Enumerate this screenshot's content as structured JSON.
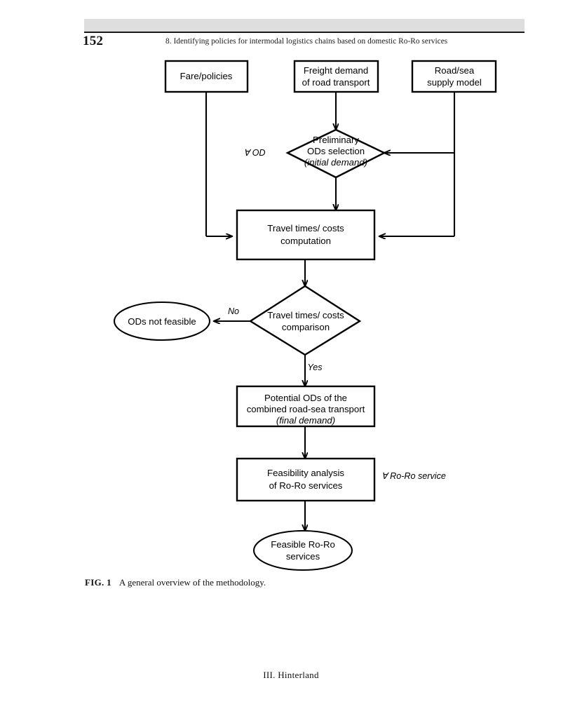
{
  "page": {
    "folio": "152",
    "running_title": "8. Identifying policies for intermodal logistics chains based on domestic Ro-Ro services",
    "footer": "III.  Hinterland",
    "header_bar_color": "#dedede",
    "rule_color": "#1a1a1a"
  },
  "figure": {
    "caption_label": "FIG. 1",
    "caption_text": "A general overview of the methodology.",
    "nodes": {
      "fare_policies": {
        "shape": "rect",
        "lines": [
          "Fare/policies"
        ]
      },
      "freight_demand": {
        "shape": "rect",
        "lines": [
          "Freight demand",
          "of road transport"
        ]
      },
      "supply_model": {
        "shape": "rect",
        "lines": [
          "Road/sea",
          "supply model"
        ]
      },
      "preliminary_selection": {
        "shape": "diamond",
        "lines": [
          "Preliminary",
          "ODs selection"
        ],
        "italic_line": "(initial demand)"
      },
      "travel_computation": {
        "shape": "rect",
        "lines": [
          "Travel times/ costs",
          "computation"
        ]
      },
      "travel_comparison": {
        "shape": "diamond",
        "lines": [
          "Travel times/ costs",
          "comparison"
        ]
      },
      "ods_not_feasible": {
        "shape": "ellipse",
        "lines": [
          "ODs not feasible"
        ]
      },
      "potential_ods": {
        "shape": "rect",
        "lines": [
          "Potential ODs of the",
          "combined road-sea transport"
        ],
        "italic_line": "(final demand)"
      },
      "feasibility_analysis": {
        "shape": "rect",
        "lines": [
          "Feasibility analysis",
          "of Ro-Ro services"
        ]
      },
      "feasible_services": {
        "shape": "ellipse",
        "lines": [
          "Feasible Ro-Ro",
          "services"
        ]
      }
    },
    "edge_labels": {
      "for_all_od": "∀ OD",
      "no": "No",
      "yes": "Yes",
      "for_all_roro": "∀ Ro-Ro service"
    }
  }
}
